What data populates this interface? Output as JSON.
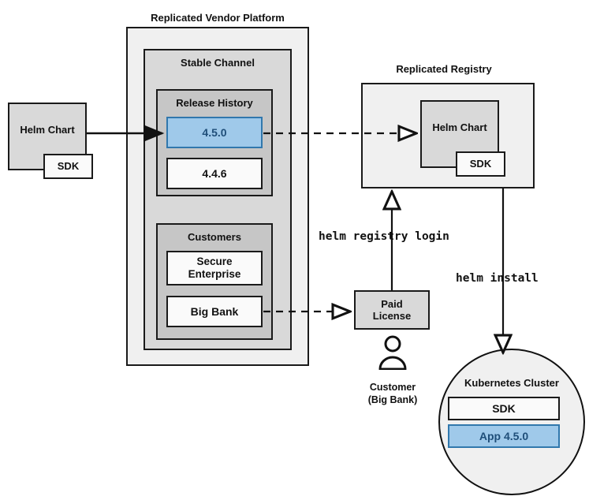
{
  "diagram": {
    "title_vendor_platform": "Replicated Vendor Platform",
    "title_registry": "Replicated Registry",
    "stable_channel": "Stable Channel",
    "release_history": "Release History",
    "customers": "Customers"
  },
  "left": {
    "helm_chart": "Helm Chart",
    "sdk": "SDK"
  },
  "releases": [
    {
      "label": "4.5.0",
      "state": "selected"
    },
    {
      "label": "4.4.6",
      "state": "normal"
    }
  ],
  "customers": [
    {
      "label": "Secure Enterprise"
    },
    {
      "label": "Big Bank"
    }
  ],
  "registry": {
    "helm_chart": "Helm Chart",
    "sdk": "SDK"
  },
  "license": {
    "label": "Paid License",
    "line1": "Paid",
    "line2": "License"
  },
  "customer_actor": {
    "line1": "Customer",
    "line2": "(Big Bank)",
    "icon": "person-icon"
  },
  "commands": {
    "registry_login": "helm registry login",
    "install": "helm install"
  },
  "cluster": {
    "title": "Kubernetes Cluster",
    "sdk": "SDK",
    "app": "App 4.5.0"
  },
  "colors": {
    "accent_blue_fill": "#9fc9ea",
    "accent_blue_border": "#3178ad",
    "accent_blue_text": "#1f4e79",
    "stroke": "#1a1a1a",
    "fill_light": "#f0f0f0",
    "fill_medium": "#d9d9d9",
    "fill_dark": "#c6c6c6",
    "fill_white": "#fafafa"
  }
}
